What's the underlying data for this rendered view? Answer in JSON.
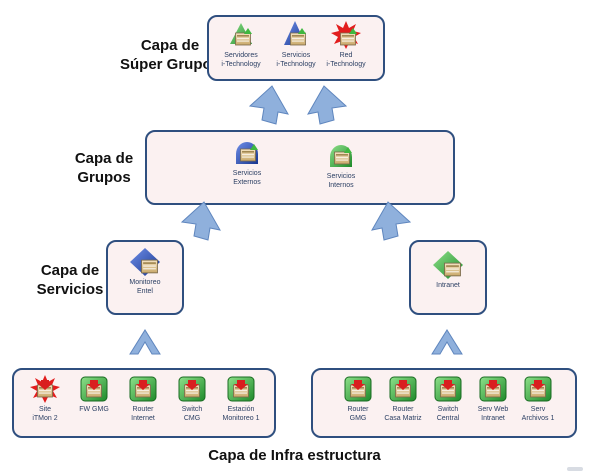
{
  "layers": {
    "super_groups": {
      "label_line1": "Capa de",
      "label_line2": "Súper Grupos",
      "nodes": [
        {
          "line1": "Servidores",
          "line2": "i-Technology",
          "icon": "group-green-icon"
        },
        {
          "line1": "Servicios",
          "line2": "i-Technology",
          "icon": "group-blue-icon"
        },
        {
          "line1": "Red",
          "line2": "i-Technology",
          "icon": "group-red-alert-icon"
        }
      ]
    },
    "groups": {
      "label_line1": "Capa de",
      "label_line2": "Grupos",
      "nodes": [
        {
          "line1": "Servicios",
          "line2": "Externos",
          "icon": "group-blue-round-icon"
        },
        {
          "line1": "Servicios",
          "line2": "Internos",
          "icon": "group-green-round-icon"
        }
      ]
    },
    "services": {
      "label_line1": "Capa de",
      "label_line2": "Servicios",
      "nodes": [
        {
          "line1": "Monitoreo",
          "line2": "Entel",
          "icon": "service-blue-diamond-icon"
        },
        {
          "line1": "Intranet",
          "line2": "",
          "icon": "service-green-diamond-icon"
        }
      ]
    },
    "infra": {
      "title": "Capa de Infra estructura",
      "left_nodes": [
        {
          "line1": "Site",
          "line2": "iTMon 2",
          "icon": "device-red-alert-icon"
        },
        {
          "line1": "FW GMG",
          "line2": "",
          "icon": "device-icon"
        },
        {
          "line1": "Router",
          "line2": "Internet",
          "icon": "device-icon"
        },
        {
          "line1": "Switch",
          "line2": "CMG",
          "icon": "device-icon"
        },
        {
          "line1": "Estación",
          "line2": "Monitoreo 1",
          "icon": "device-icon"
        }
      ],
      "right_nodes": [
        {
          "line1": "Router",
          "line2": "GMG",
          "icon": "device-icon"
        },
        {
          "line1": "Router",
          "line2": "Casa Matriz",
          "icon": "device-icon"
        },
        {
          "line1": "Switch",
          "line2": "Central",
          "icon": "device-icon"
        },
        {
          "line1": "Serv Web",
          "line2": "Intranet",
          "icon": "device-icon"
        },
        {
          "line1": "Serv",
          "line2": "Archivos 1",
          "icon": "device-icon"
        }
      ]
    }
  },
  "colors": {
    "box_border": "#2f4f7f",
    "box_fill": "#fbf1f1",
    "arrow_fill": "#8fb0dc",
    "arrow_stroke": "#5f86be",
    "caption": "#2b3f63"
  }
}
